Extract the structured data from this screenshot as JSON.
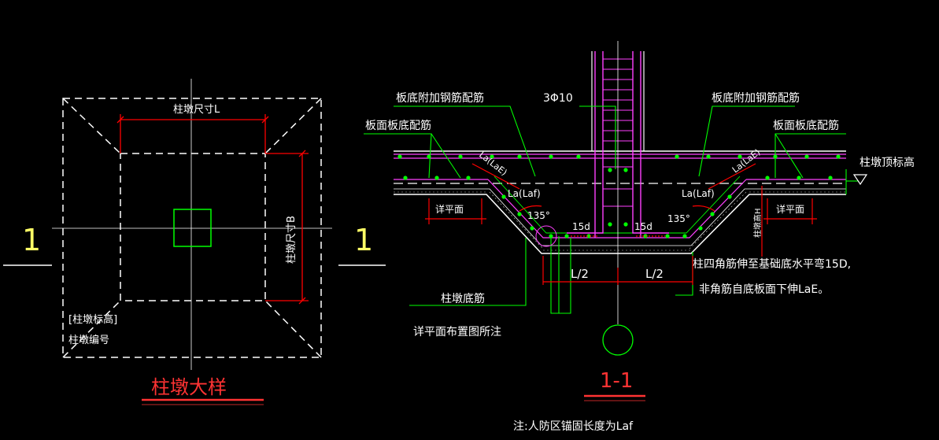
{
  "plan": {
    "dim_length": "柱墩尺寸L",
    "dim_width": "柱墩尺寸B",
    "elev_tag": "[柱墩标高]",
    "id_tag": "柱墩编号",
    "section_mark_left": "1",
    "section_mark_right": "1",
    "title": "柱墩大样"
  },
  "section": {
    "label_add_bar_left": "板底附加钢筋配筋",
    "label_add_bar_right": "板底附加钢筋配筋",
    "label_stirrup": "3Φ10",
    "label_top_bar_left": "板面板底配筋",
    "label_top_bar_right": "板面板底配筋",
    "label_top_elev": "柱墩顶标高",
    "la_diag_left": "La(LaE)",
    "la_diag_right": "La(LaE)",
    "la_left": "La(Laf)",
    "la_right": "La(Laf)",
    "angle_left": "135°",
    "angle_right": "135°",
    "hook_left": "15d",
    "hook_right": "15d",
    "see_plan_left": "详平面",
    "see_plan_right": "详平面",
    "height_label": "柱墩高H",
    "half_left": "L/2",
    "half_right": "L/2",
    "corner_note_1": "柱四角筋伸至基础底水平弯15D,",
    "corner_note_2": "非角筋自底板面下伸LaE。",
    "bottom_bar": "柱墩底筋",
    "bottom_bar_note": "详平面布置图所注",
    "title": "1-1",
    "footnote": "注:人防区锚固长度为Laf"
  },
  "colors": {
    "background": "#000000",
    "outline": "#ffffff",
    "dimension": "#ff0000",
    "column": "#ff40ff",
    "leader": "#00ff00",
    "text_yellow": "#ffff66",
    "text_white": "#ffffff",
    "title_red": "#ff3333",
    "rebar_dot": "#00ff00"
  }
}
